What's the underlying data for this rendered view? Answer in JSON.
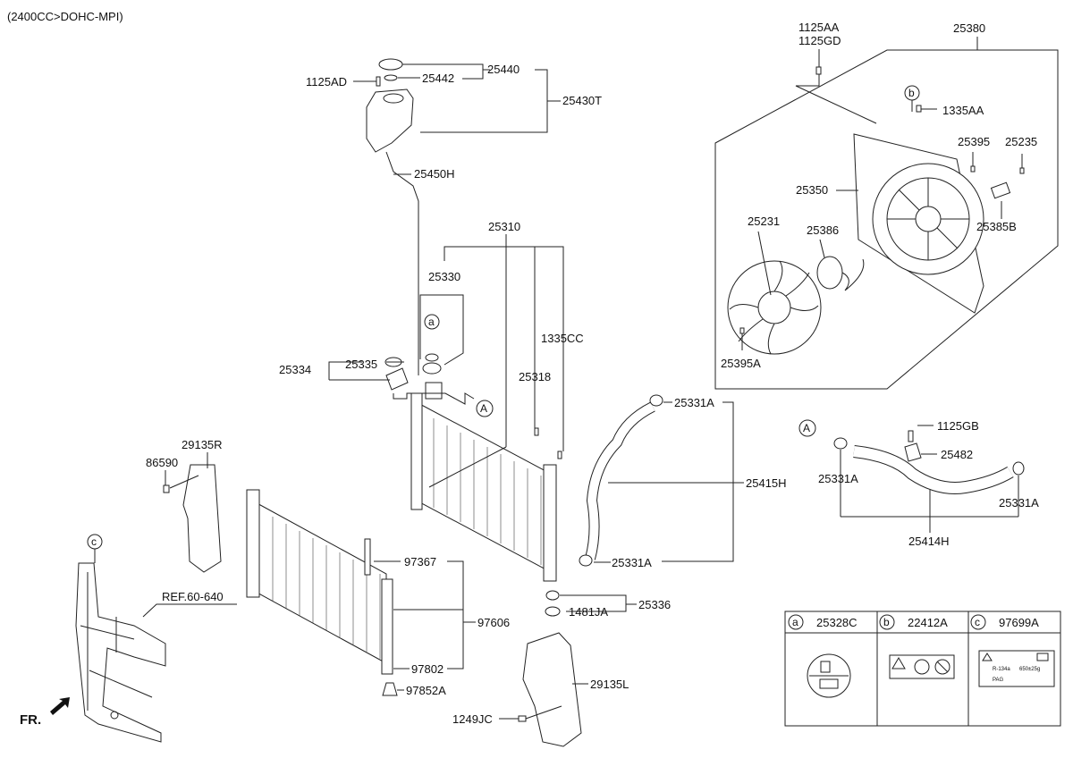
{
  "header": {
    "engine": "(2400CC>DOHC-MPI)"
  },
  "labels": {
    "p_1125AA": "1125AA",
    "p_1125GD": "1125GD",
    "p_25380": "25380",
    "p_25440": "25440",
    "p_1125AD": "1125AD",
    "p_25442": "25442",
    "p_25430T": "25430T",
    "p_25450H": "25450H",
    "p_1335AA": "1335AA",
    "p_25395": "25395",
    "p_25235": "25235",
    "p_25350": "25350",
    "p_25231": "25231",
    "p_25386": "25386",
    "p_25385B": "25385B",
    "p_25395A": "25395A",
    "p_25310": "25310",
    "p_25330": "25330",
    "p_1335CC": "1335CC",
    "p_25334": "25334",
    "p_25335": "25335",
    "p_25318": "25318",
    "p_25331A_1": "25331A",
    "p_25331A_2": "25331A",
    "p_25331A_3": "25331A",
    "p_25331A_4": "25331A",
    "p_1125GB": "1125GB",
    "p_25482": "25482",
    "p_25415H": "25415H",
    "p_25414H": "25414H",
    "p_29135R": "29135R",
    "p_86590": "86590",
    "p_97367": "97367",
    "p_97606": "97606",
    "p_97802": "97802",
    "p_97852A": "97852A",
    "p_25336": "25336",
    "p_1481JA": "1481JA",
    "p_29135L": "29135L",
    "p_1249JC": "1249JC",
    "ref": "REF.60-640",
    "fr": "FR."
  },
  "callouts": {
    "a1": "a",
    "b1": "b",
    "c1": "c",
    "A1": "A",
    "A2": "A"
  },
  "legend": {
    "cells": [
      {
        "letter": "a",
        "part": "25328C"
      },
      {
        "letter": "b",
        "part": "22412A"
      },
      {
        "letter": "c",
        "part": "97699A"
      }
    ],
    "label_text": {
      "refrigerant": "R-134a",
      "amount": "650±25g",
      "oil": "PAG"
    }
  }
}
